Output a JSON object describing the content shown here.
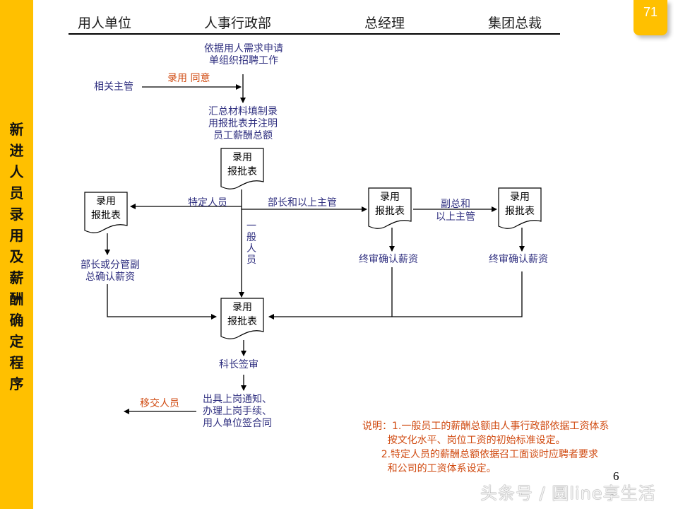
{
  "sidebar": {
    "title_chars": [
      "新",
      "进",
      "人",
      "员",
      "录",
      "用",
      "及",
      "薪",
      "酬",
      "确",
      "定",
      "程",
      "序"
    ]
  },
  "page_badge": "71",
  "lanes": [
    "用人单位",
    "人事行政部",
    "总经理",
    "集团总裁"
  ],
  "steps": {
    "start": [
      "依据用人需求申请",
      "单组织招聘工作"
    ],
    "supervisor": "相关主管",
    "approve_label": "录用 同意",
    "compile": [
      "汇总材料填制录",
      "用报批表并注明",
      "员工薪酬总额"
    ],
    "doc_line1": "录用",
    "doc_line2": "报批表",
    "branch_special": "特定人员",
    "branch_manager": "部长和以上主管",
    "branch_general": [
      "一",
      "般",
      "人",
      "员"
    ],
    "branch_vp": [
      "副总和",
      "以上主管"
    ],
    "dept_confirm": [
      "部长或分管副",
      "总确认薪资"
    ],
    "final_confirm_gm": "终审确认薪资",
    "final_confirm_pres": "终审确认薪资",
    "section_sign": "科长签审",
    "onboard": [
      "出具上岗通知、",
      "办理上岗手续、",
      "用人单位签合同"
    ],
    "transfer": "移交人员"
  },
  "note": "说明：1.一般员工的薪酬总额由人事行政部依据工资体系\n        按文化水平、岗位工资的初始标准设定。\n      2.特定人员的薪酬总额依据召工面谈时应聘者要求\n        和公司的工资体系设定。",
  "page_number": "6",
  "watermark": "头条号 / 圆line享生活"
}
